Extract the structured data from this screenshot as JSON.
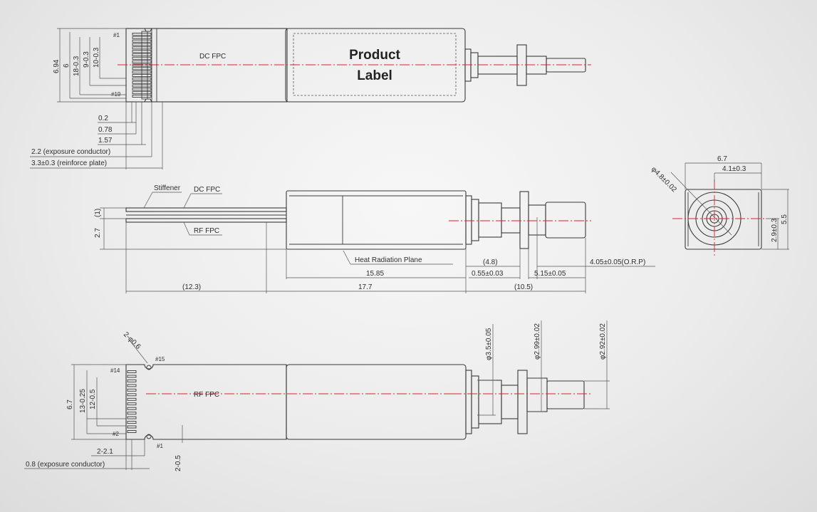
{
  "top_view": {
    "dc_fpc": "DC FPC",
    "label_line1": "Product",
    "label_line2": "Label",
    "pin_first": "#1",
    "pin_last": "#19",
    "dim_6_94": "6.94",
    "dim_6": "6",
    "dim_18": "18-0.3",
    "dim_9": "9-0.3",
    "dim_10": "10-0.3",
    "dim_0_2": "0.2",
    "dim_0_78": "0.78",
    "dim_1_57": "1.57",
    "dim_2_2": "2.2 (exposure conductor)",
    "dim_3_3": "3.3±0.3 (reinforce plate)"
  },
  "side_view": {
    "stiffener": "Stiffener",
    "dc_fpc": "DC FPC",
    "rf_fpc": "RF FPC",
    "heat_plane": "Heat Radiation Plane",
    "dim_1": "(1)",
    "dim_2_7": "2.7",
    "dim_4_8": "(4.8)",
    "dim_15_85": "15.85",
    "dim_0_55": "0.55±0.03",
    "dim_5_15": "5.15±0.05",
    "dim_4_05": "4.05±0.05(O.R.P)",
    "dim_12_3": "(12.3)",
    "dim_17_7": "17.7",
    "dim_10_5": "(10.5)"
  },
  "end_view": {
    "dim_phi48": "φ4.8±0.02",
    "dim_6_7": "6.7",
    "dim_4_1": "4.1±0.3",
    "dim_5_5": "5.5",
    "dim_2_9": "2.9±0.3"
  },
  "bottom_view": {
    "hole": "2-φ0.6",
    "pin_15": "#15",
    "pin_14": "#14",
    "pin_2": "#2",
    "pin_1": "#1",
    "rf_fpc": "RF FPC",
    "dim_6_7": "6.7",
    "dim_13": "13-0.25",
    "dim_12": "12-0.5",
    "dim_2_2_1": "2-2.1",
    "dim_2_0_5": "2-0.5",
    "dim_0_8": "0.8 (exposure conductor)",
    "dim_phi35": "φ3.5±0.05",
    "dim_phi299": "φ2.99±0.02",
    "dim_phi292": "φ2.92±0.02"
  }
}
